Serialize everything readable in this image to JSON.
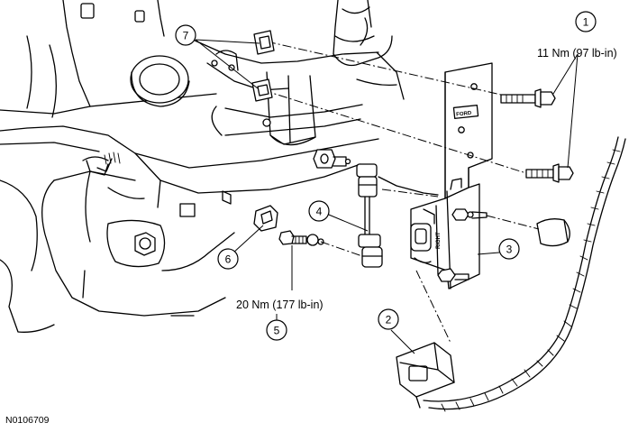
{
  "figure": {
    "id": "N0106709",
    "callouts": [
      {
        "num": "1",
        "torque": "11 Nm (97 lb-in)"
      },
      {
        "num": "2"
      },
      {
        "num": "3"
      },
      {
        "num": "4"
      },
      {
        "num": "5",
        "torque": "20 Nm (177 lb-in)"
      },
      {
        "num": "6"
      },
      {
        "num": "7"
      }
    ],
    "bracket_labels": [
      "FORD",
      "RIGHT"
    ]
  }
}
